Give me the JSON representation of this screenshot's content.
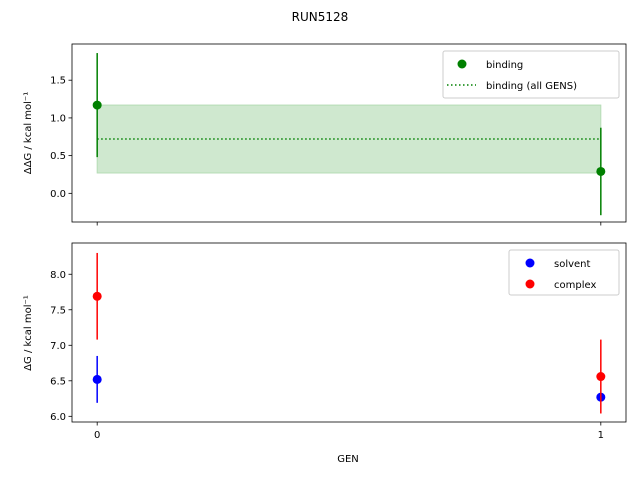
{
  "suptitle": "RUN5128",
  "colors": {
    "binding": "#008000",
    "band": "#b5dcb5",
    "solvent": "#0000ff",
    "complex": "#ff0000"
  },
  "chart_data": [
    {
      "type": "scatter",
      "ylabel": "ΔΔG / kcal mol⁻¹",
      "ylim": [
        -0.38,
        1.98
      ],
      "yticks": [
        0.0,
        0.5,
        1.0,
        1.5
      ],
      "yticklabels": [
        "0.0",
        "0.5",
        "1.0",
        "1.5"
      ],
      "xlim": [
        -0.05,
        1.05
      ],
      "grid": false,
      "legend_position": "top-right",
      "legend": [
        {
          "label": "binding",
          "marker": "dot",
          "color": "#008000"
        },
        {
          "label": "binding (all GENS)",
          "marker": "dotted-line",
          "color": "#008000"
        }
      ],
      "series": [
        {
          "name": "binding",
          "color": "#008000",
          "x": [
            0,
            1
          ],
          "y": [
            1.17,
            0.29
          ],
          "yerr": [
            0.69,
            0.58
          ]
        }
      ],
      "band": {
        "name": "binding (all GENS)",
        "mean": 0.72,
        "low": 0.27,
        "high": 1.17,
        "x": [
          0,
          1
        ]
      }
    },
    {
      "type": "scatter",
      "ylabel": "ΔG / kcal mol⁻¹",
      "xlabel": "GEN",
      "ylim": [
        5.92,
        8.44
      ],
      "yticks": [
        6.0,
        6.5,
        7.0,
        7.5,
        8.0
      ],
      "yticklabels": [
        "6.0",
        "6.5",
        "7.0",
        "7.5",
        "8.0"
      ],
      "xlim": [
        -0.05,
        1.05
      ],
      "xticks": [
        0,
        1
      ],
      "xticklabels": [
        "0",
        "1"
      ],
      "grid": false,
      "legend_position": "top-right",
      "legend": [
        {
          "label": "solvent",
          "marker": "dot",
          "color": "#0000ff"
        },
        {
          "label": "complex",
          "marker": "dot",
          "color": "#ff0000"
        }
      ],
      "series": [
        {
          "name": "solvent",
          "color": "#0000ff",
          "x": [
            0,
            1
          ],
          "y": [
            6.52,
            6.27
          ],
          "yerr": [
            0.33,
            0.03
          ]
        },
        {
          "name": "complex",
          "color": "#ff0000",
          "x": [
            0,
            1
          ],
          "y": [
            7.69,
            6.56
          ],
          "yerr": [
            0.61,
            0.52
          ]
        }
      ]
    }
  ]
}
